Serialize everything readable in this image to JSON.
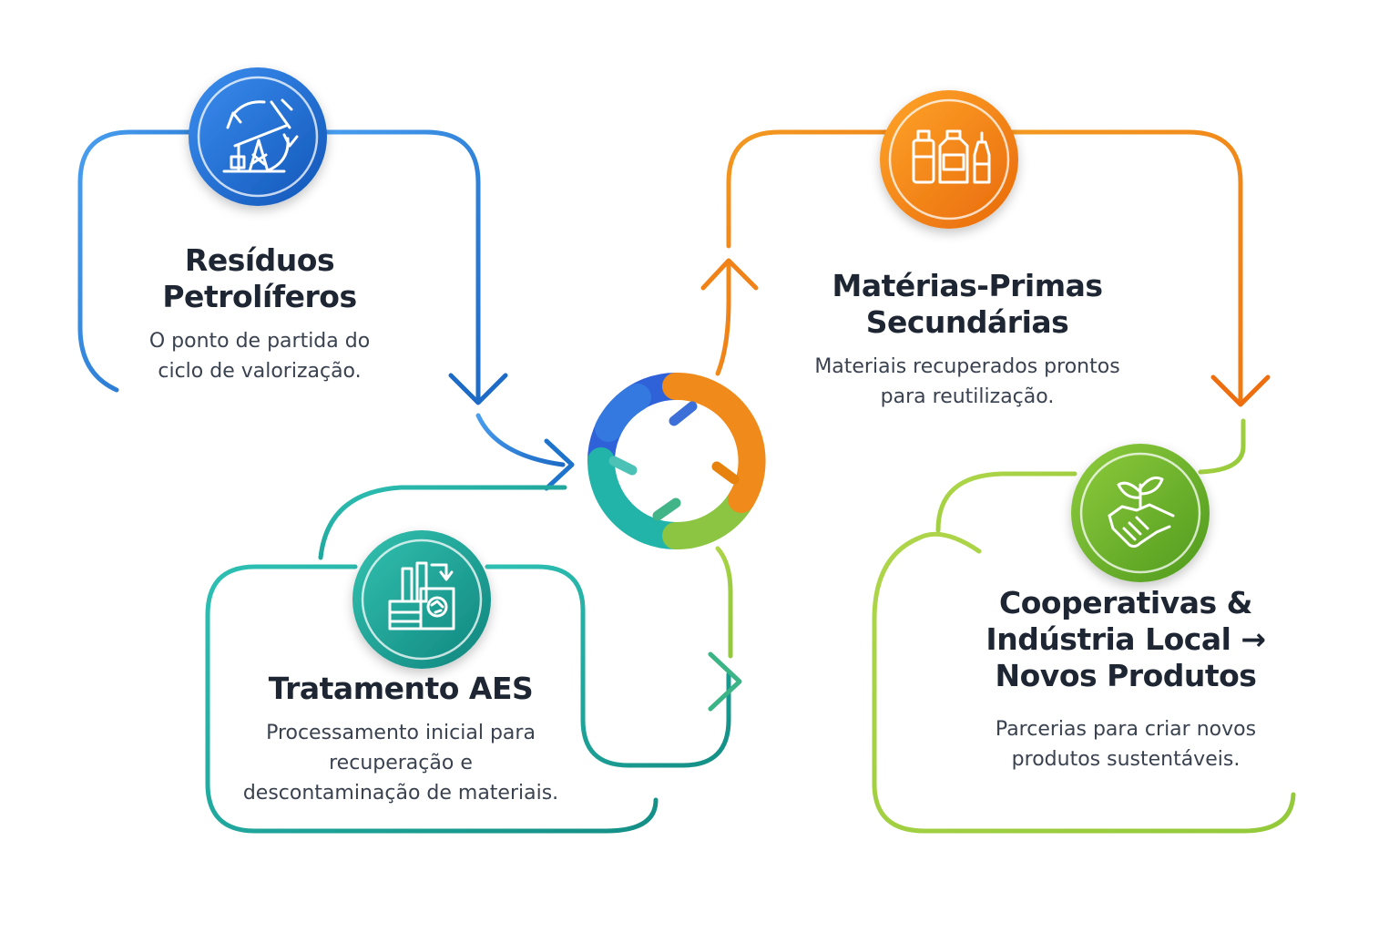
{
  "diagram": {
    "stages": [
      {
        "id": "residuos",
        "title_lines": [
          "Resíduos",
          "Petrolíferos"
        ],
        "desc_lines": [
          "O ponto de partida do",
          "ciclo de valorização."
        ],
        "icon": "oil-pump-icon",
        "color": "#1f6fd6"
      },
      {
        "id": "materias",
        "title_lines": [
          "Matérias-Primas",
          "Secundárias"
        ],
        "desc_lines": [
          "Materiais recuperados prontos",
          "para reutilização."
        ],
        "icon": "bottles-icon",
        "color": "#f07d12"
      },
      {
        "id": "tratamento",
        "title_lines": [
          "Tratamento AES"
        ],
        "desc_lines": [
          "Processamento inicial para",
          "recuperação e",
          "descontaminação de materiais."
        ],
        "icon": "factory-icon",
        "color": "#1aa59a"
      },
      {
        "id": "cooperativas",
        "title_lines": [
          "Cooperativas &",
          "Indústria Local →",
          "Novos Produtos"
        ],
        "desc_lines": [
          "Parcerias para criar novos",
          "produtos sustentáveis."
        ],
        "icon": "handshake-plant-icon",
        "color": "#6fb52c"
      }
    ],
    "center_icon": "recycle-cycle-icon"
  }
}
